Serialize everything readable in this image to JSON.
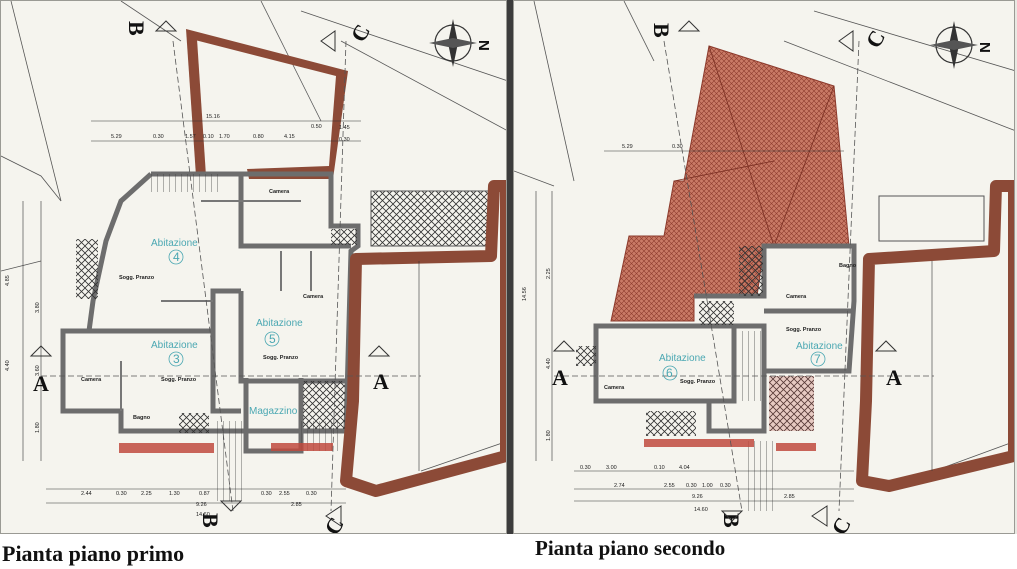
{
  "captions": {
    "left": "Pianta piano primo",
    "right": "Pianta piano secondo"
  },
  "colors": {
    "wall": "#8c4a37",
    "tile": "#b85a48",
    "label": "#4aa7b2",
    "line": "#333333",
    "paper": "#f5f4ee"
  },
  "icons": {
    "compass": "compass-rose-icon",
    "section_marker": "section-arrow-icon"
  },
  "sections": {
    "a": "A",
    "b": "B",
    "c": "C",
    "north": "N"
  },
  "left_plan": {
    "units": [
      {
        "name": "Abitazione",
        "number": "4"
      },
      {
        "name": "Abitazione",
        "number": "3"
      },
      {
        "name": "Abitazione",
        "number": "5"
      },
      {
        "name": "Magazzino",
        "number": ""
      }
    ],
    "rooms": [
      "Camera",
      "Sogg. Pranzo",
      "Camera",
      "Sogg. Pranzo",
      "Camera",
      "Sogg. Pranzo",
      "Bagno"
    ],
    "dims_top": [
      "15.16",
      "5.29",
      "0.30",
      "1.57",
      "0.10",
      "1.70",
      "0.80",
      "4.15",
      "0.50",
      "1.45",
      "0.30"
    ],
    "dims_bottom": [
      "2.44",
      "0.30",
      "2.25",
      "1.30",
      "0.87",
      "0.30",
      "2.55",
      "0.30",
      "9.26",
      "2.85",
      "14.60"
    ],
    "dims_side": [
      "4.85",
      "3.80",
      "4.40",
      "3.60",
      "1.80"
    ]
  },
  "right_plan": {
    "units": [
      {
        "name": "Abitazione",
        "number": "6"
      },
      {
        "name": "Abitazione",
        "number": "7"
      }
    ],
    "rooms": [
      "Camera",
      "Sogg. Pranzo",
      "Camera",
      "Sogg. Pranzo",
      "Bagno"
    ],
    "dims_top": [
      "5.29",
      "0.30"
    ],
    "dims_bottom": [
      "0.30",
      "3.00",
      "0.10",
      "4.04",
      "2.74",
      "2.55",
      "0.30",
      "1.00",
      "0.30",
      "9.26",
      "2.85",
      "14.60"
    ],
    "dims_side": [
      "14.56",
      "2.25",
      "4.40",
      "1.80"
    ]
  }
}
